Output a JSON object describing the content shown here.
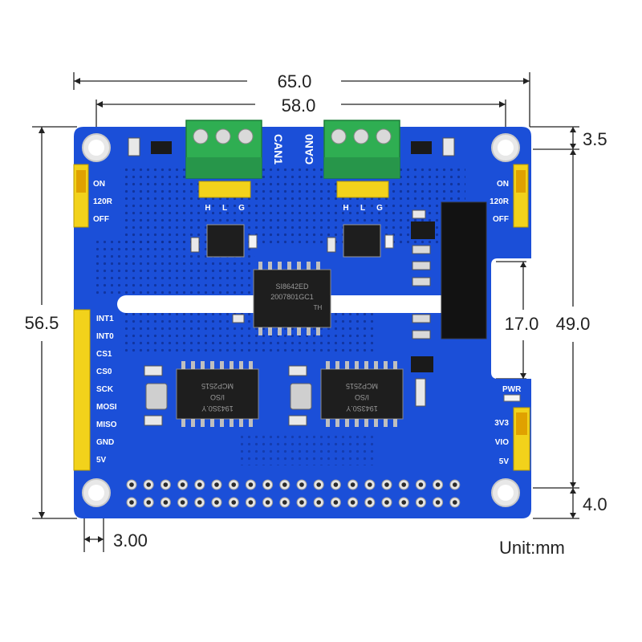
{
  "dimensions": {
    "width_overall": "65.0",
    "width_holes": "58.0",
    "height_overall": "56.5",
    "height_holes": "49.0",
    "top_offset": "3.5",
    "bottom_offset": "4.0",
    "slot_height": "17.0",
    "left_offset": "3.00"
  },
  "unit_label": "Unit:mm",
  "board": {
    "color": "#1b4fd8",
    "connector_labels": {
      "can1": "CAN1",
      "can0": "CAN0"
    },
    "terminal_pins": [
      "H",
      "L",
      "G"
    ],
    "jumper_labels": [
      "ON",
      "120R",
      "OFF"
    ],
    "header_pins": [
      "INT1",
      "INT0",
      "CS1",
      "CS0",
      "SCK",
      "MOSI",
      "MISO",
      "GND",
      "5V"
    ],
    "power_labels": [
      "PWR",
      "3V3",
      "VIO",
      "5V"
    ],
    "chip_center": [
      "SI8642ED",
      "2007801GC1",
      "TH"
    ],
    "chip_left": [
      "MCP2515",
      "I/SO",
      "1943S0.Y"
    ],
    "chip_right": [
      "MCP2515",
      "I/SO",
      "1943S0.Y"
    ]
  }
}
